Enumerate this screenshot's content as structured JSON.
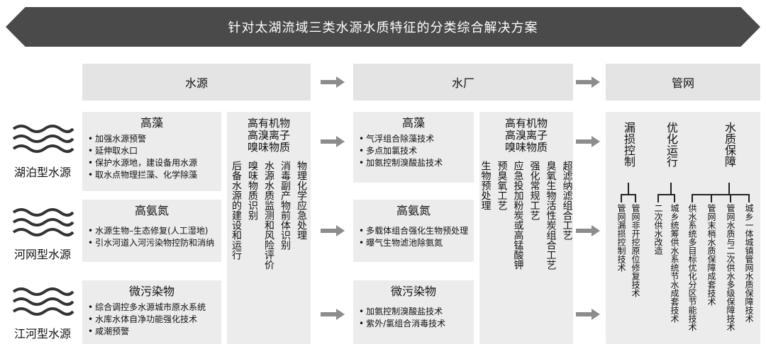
{
  "title": "针对太湖流域三类水源水质特征的分类综合解决方案",
  "headers": {
    "source": "水源",
    "plant": "水厂",
    "network": "管网"
  },
  "source_types": [
    {
      "label": "湖泊型水源",
      "icon": "wave-icon"
    },
    {
      "label": "河网型水源",
      "icon": "wave-icon"
    },
    {
      "label": "江河型水源",
      "icon": "wave-icon"
    }
  ],
  "source_rows": [
    {
      "title": "高藻",
      "items": [
        "加强水源预警",
        "延伸取水口",
        "保护水源地，建设备用水源",
        "取水点物理拦藻、化学除藻"
      ]
    },
    {
      "title": "高氨氮",
      "items": [
        "水源生物–生态修复(人工湿地)",
        "引水河道入河污染物控防和消纳"
      ]
    },
    {
      "title": "微污染物",
      "items": [
        "综合调控多水源城市原水系统",
        "水库水体自净功能强化技术",
        "咸潮预警"
      ]
    }
  ],
  "source_common": {
    "title": "高有机物\n高溴离子\n嗅味物质",
    "items": [
      "物理化学应急处理",
      "消毒副产物前体识别",
      "水源水质监测和风险评价",
      "嗅味物质识别",
      "后备水源的建设和运行"
    ]
  },
  "plant_rows": [
    {
      "title": "高藻",
      "items": [
        "气浮组合除藻技术",
        "多点加氯技术",
        "加氨控制溴酸盐技术"
      ]
    },
    {
      "title": "高氨氮",
      "items": [
        "多载体组合强化生物预处理",
        "曝气生物滤池除氨氮"
      ]
    },
    {
      "title": "微污染物",
      "items": [
        "加氨控制溴酸盐技术",
        "紫外/氯组合消毒技术"
      ]
    }
  ],
  "plant_common": {
    "title": "高有机物\n高溴离子\n嗅味物质",
    "items": [
      "超滤纳滤组合工艺",
      "臭氧生物活性炭组合工艺",
      "强化常规工艺",
      "应急投加粉炭或高锰酸钾",
      "预臭氧工艺",
      "生物预处理"
    ]
  },
  "network": {
    "groups": [
      {
        "title": "漏损控制",
        "items": [
          "管网非开挖原位修复技术",
          "管网漏损控制技术"
        ]
      },
      {
        "title": "优化运行",
        "items": [
          "城乡统筹供水系统节水成套技术",
          "二次供水改造"
        ]
      },
      {
        "title": "水质保障",
        "items": [
          "城乡一体城镇管网水质保障技术",
          "管网水质与二次供水多级保障技术",
          "管网末梢水质保障成套技术",
          "供水系统多目标优化分区节能技术"
        ]
      }
    ]
  },
  "colors": {
    "banner": "#4a4a4a",
    "box": "#ececec",
    "header": "#e4e4e4",
    "arrow": "#8c8c8c"
  }
}
